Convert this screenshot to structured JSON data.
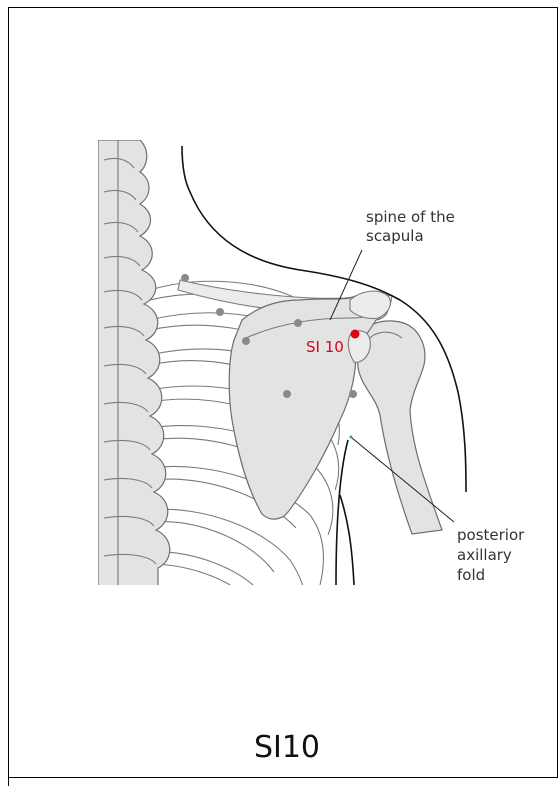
{
  "title": "SI10",
  "point_label": "SI 10",
  "labels": {
    "spine": [
      "spine of the",
      "scapula"
    ],
    "fold": [
      "posterior",
      "axillary",
      "fold"
    ]
  },
  "colors": {
    "point": "#e2001a",
    "marker": "#8a8a8a",
    "bone": "#e3e3e3",
    "outline": "#111111"
  }
}
